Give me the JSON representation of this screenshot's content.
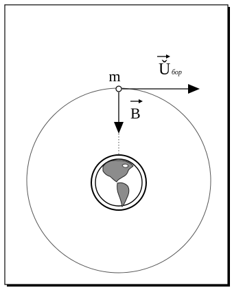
{
  "diagram": {
    "mass_label": "m",
    "velocity_symbol": "Ǔ",
    "velocity_subscript": "бор",
    "force_symbol": "B",
    "colors": {
      "stroke": "#000000",
      "orbit": "#555555",
      "earth_land": "#8c8c8c",
      "background": "#ffffff"
    },
    "icons": [
      "earth-icon",
      "arrow-right",
      "arrow-down"
    ]
  }
}
